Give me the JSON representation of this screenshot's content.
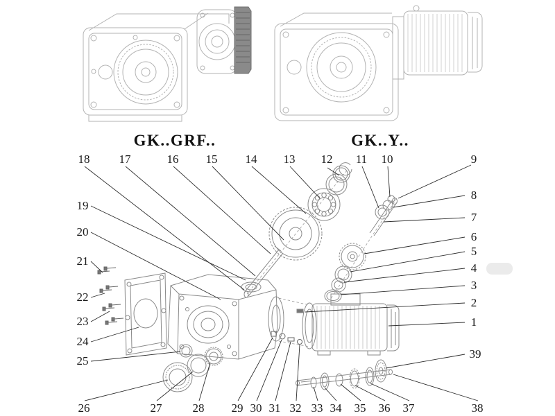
{
  "diagram": {
    "left_model_label": "GK..GRF..",
    "right_model_label": "GK..Y.."
  },
  "callouts": {
    "top_row": [
      "18",
      "17",
      "16",
      "15",
      "14",
      "13",
      "12",
      "11",
      "10"
    ],
    "right_column": [
      "9",
      "8",
      "7",
      "6",
      "5",
      "4",
      "3",
      "2",
      "1",
      "39"
    ],
    "left_column": [
      "19",
      "20",
      "21",
      "22",
      "23",
      "24",
      "25"
    ],
    "bottom_row": [
      "26",
      "27",
      "28",
      "29",
      "30",
      "31",
      "32",
      "33",
      "34",
      "35",
      "36",
      "37",
      "38"
    ]
  },
  "colors": {
    "line_art_gray": "#b3b3b3",
    "part_line_gray": "#8a8a8a",
    "leader_line": "#2e2e2e",
    "dark_fill": "#777777",
    "text": "#1a1a1a"
  }
}
